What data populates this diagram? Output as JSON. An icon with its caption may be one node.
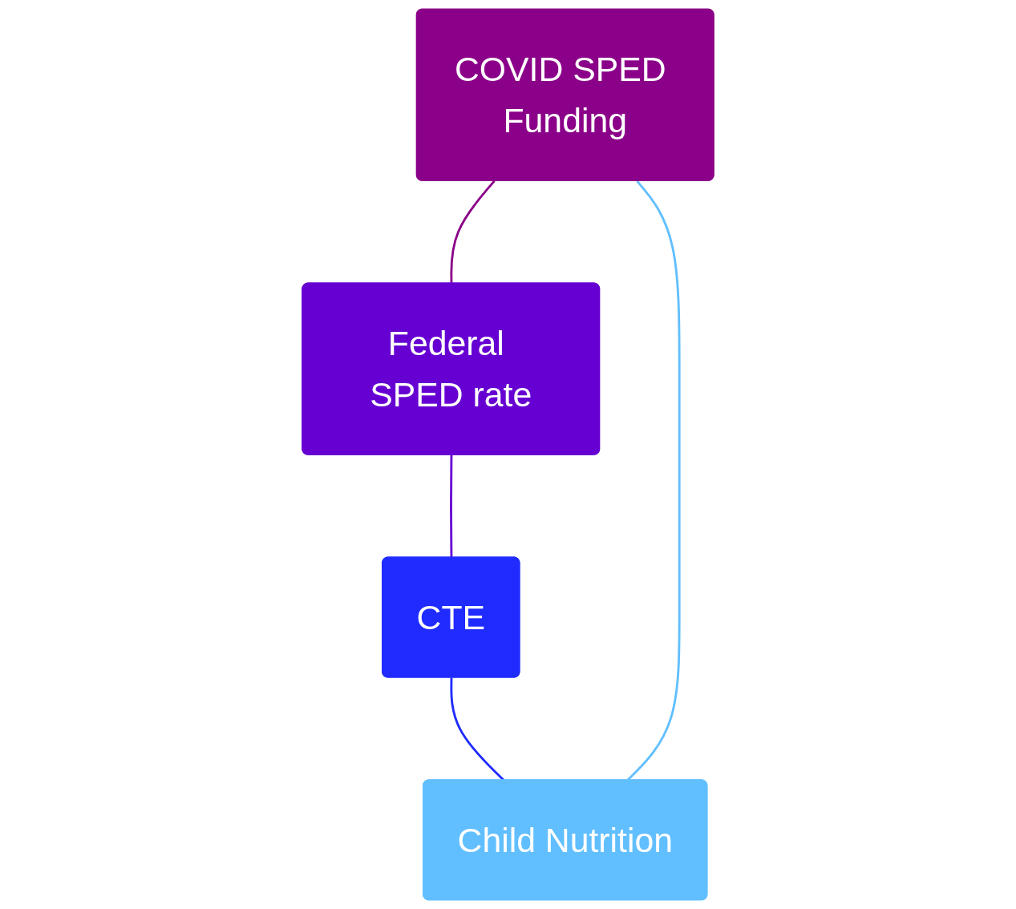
{
  "diagram": {
    "nodes": [
      {
        "text": [
          "COVID SPED Funding"
        ]
      },
      {
        "text": [
          "Child Nutrition"
        ]
      },
      {
        "text": [
          "Federal SPED rate"
        ]
      },
      {
        "text": [
          "CTE"
        ]
      }
    ],
    "edges": [
      {
        "from": 0,
        "to": 2,
        "arrow": "none",
        "color": "#8b0088"
      },
      {
        "from": 2,
        "to": 3,
        "arrow": "none",
        "color": "#6600d2"
      },
      {
        "from": 3,
        "to": 1,
        "arrow": "none",
        "color": "#1f2bff"
      },
      {
        "from": 1,
        "to": 0,
        "arrow": "none",
        "color": "#61bfff"
      }
    ]
  }
}
